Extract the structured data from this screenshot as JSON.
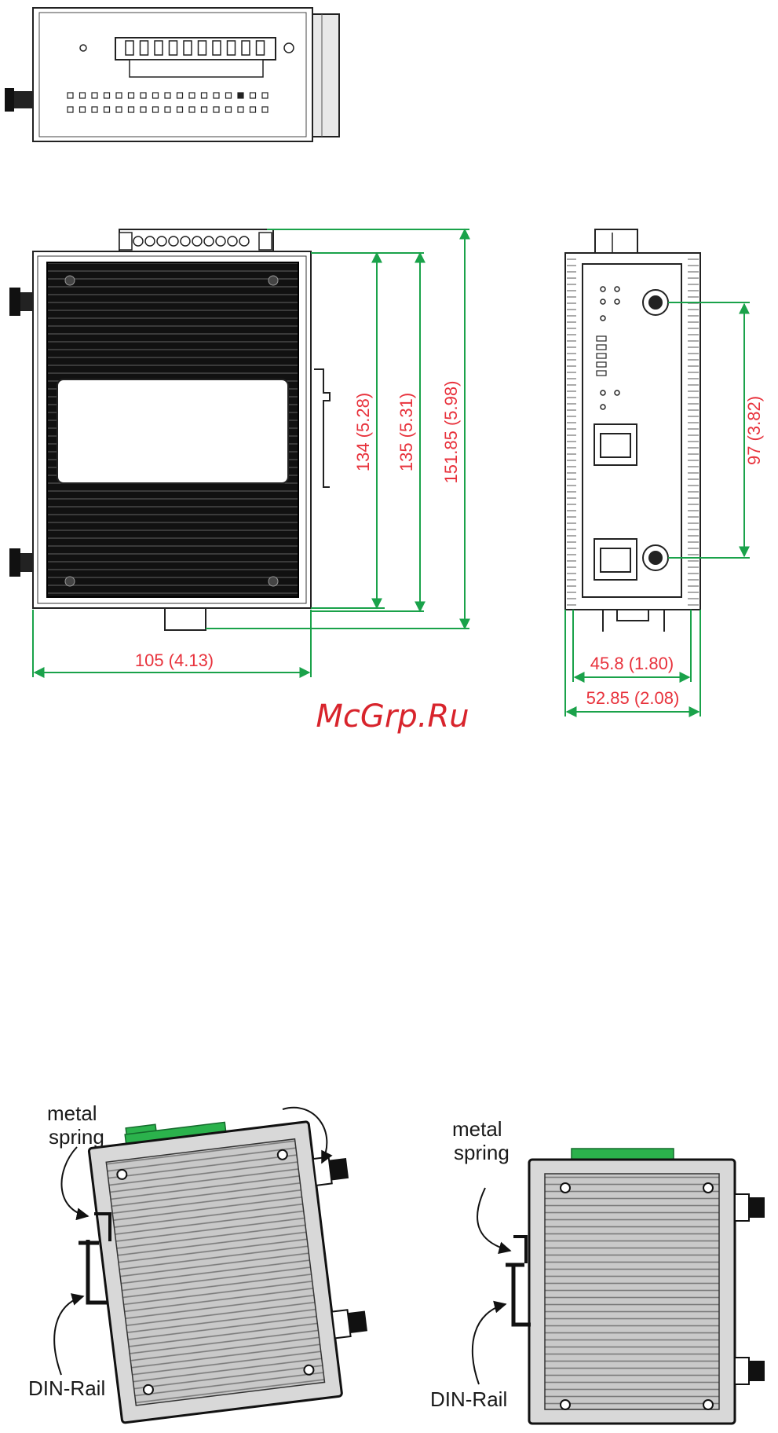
{
  "dimensions": {
    "width_front": "105 (4.13)",
    "height_134": "134 (5.28)",
    "height_135": "135 (5.31)",
    "height_151": "151.85 (5.98)",
    "side_97": "97 (3.82)",
    "side_width_inner": "45.8 (1.80)",
    "side_width_outer": "52.85 (2.08)"
  },
  "watermark": "McGrp.Ru",
  "mounting": {
    "left_spring_label_line1": "metal",
    "left_spring_label_line2": "spring",
    "left_rail_label": "DIN-Rail",
    "right_spring_label_line1": "metal",
    "right_spring_label_line2": "spring",
    "right_rail_label": "DIN-Rail"
  },
  "colors": {
    "dimension_line": "#1aa24a",
    "dimension_text": "#e8323c",
    "terminal_block": "#2bb24c"
  }
}
